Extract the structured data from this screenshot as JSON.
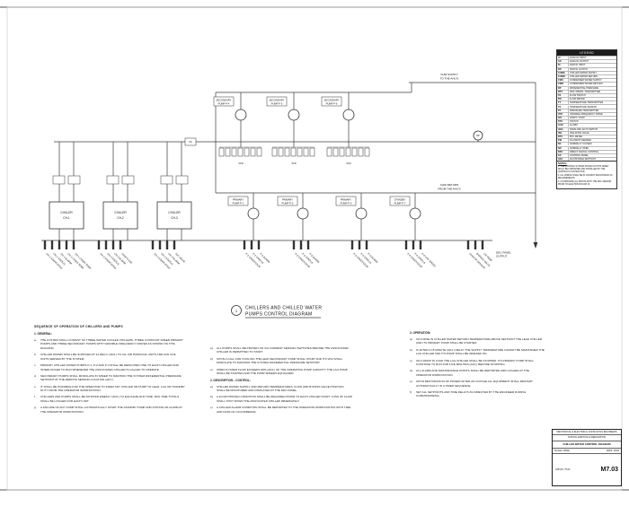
{
  "sheet": {
    "detail_tag": "1",
    "title_line1": "CHILLERS AND CHILLED WATER",
    "title_line2": "PUMPS CONTROL DIAGRAM"
  },
  "legend": {
    "title": "LEGEND",
    "rows": [
      {
        "abbr": "AI",
        "desc": "ANALOG INPUT"
      },
      {
        "abbr": "AO",
        "desc": "ANALOG OUTPUT"
      },
      {
        "abbr": "DI",
        "desc": "DIGITAL INPUT"
      },
      {
        "abbr": "DO",
        "desc": "DIGITAL OUTPUT"
      },
      {
        "abbr": "CHWS",
        "desc": "CHILLED WATER SUPPLY"
      },
      {
        "abbr": "CHWR",
        "desc": "CHILLED WATER RETURN"
      },
      {
        "abbr": "CWS",
        "desc": "CONDENSER WATER SUPPLY"
      },
      {
        "abbr": "CWR",
        "desc": "CONDENSER WATER RETURN"
      },
      {
        "abbr": "DP",
        "desc": "DIFFERENTIAL PRESSURE"
      },
      {
        "abbr": "DPT",
        "desc": "DIFF. PRESS. TRANSMITTER"
      },
      {
        "abbr": "FS",
        "desc": "FLOW SWITCH"
      },
      {
        "abbr": "FM",
        "desc": "FLOW METER"
      },
      {
        "abbr": "TT",
        "desc": "TEMPERATURE TRANSMITTER"
      },
      {
        "abbr": "TS",
        "desc": "TEMPERATURE SENSOR"
      },
      {
        "abbr": "PT",
        "desc": "PRESSURE TRANSMITTER"
      },
      {
        "abbr": "VFD",
        "desc": "VARIABLE FREQUENCY DRIVE"
      },
      {
        "abbr": "S/S",
        "desc": "START / STOP"
      },
      {
        "abbr": "STS",
        "desc": "STATUS"
      },
      {
        "abbr": "ALM",
        "desc": "ALARM"
      },
      {
        "abbr": "HOA",
        "desc": "HAND-OFF-AUTO SWITCH"
      },
      {
        "abbr": "ISO",
        "desc": "ISOLATION VALVE"
      },
      {
        "abbr": "BTU",
        "desc": "BTU METER"
      },
      {
        "abbr": "KW",
        "desc": "KILOWATT DEMAND"
      },
      {
        "abbr": "NC",
        "desc": "NORMALLY CLOSED"
      },
      {
        "abbr": "NO",
        "desc": "NORMALLY OPEN"
      },
      {
        "abbr": "DDC",
        "desc": "DIRECT DIGITAL CONTROL"
      },
      {
        "abbr": "CP",
        "desc": "CONTROL PANEL"
      },
      {
        "abbr": "ADJ",
        "desc": "ADJUSTABLE SETPOINT"
      }
    ],
    "notes_title": "NOTES:",
    "notes": [
      "1. THE CONTROL SYSTEM SHOWN ON THIS SHEET SHALL BE FURNISHED AND INSTALLED BY THE CONTROLS CONTRACTOR.",
      "2. ALL WIRING SHALL BE IN CONDUIT PER DIVISION 16 REQUIREMENTS.",
      "3. COORDINATE ALL POINTS WITH THE DDC VENDOR PRIOR TO ELECTRIC ROUGH-IN."
    ]
  },
  "diagram": {
    "supply_label1": "CHW SUPPLY",
    "supply_label2": "TO THE AHU'S",
    "return_label1": "CHW RETURN",
    "return_label2": "FROM THE AHU'S",
    "ddc_label1": "DDC PANEL",
    "ddc_label2": "OUTPUT",
    "dp_tag": "DP",
    "fs_tag": "FS",
    "vfd_tag": "VFD",
    "secondary_pumps": [
      {
        "label1": "SECONDARY",
        "label2": "PUMP P-4"
      },
      {
        "label1": "SECONDARY",
        "label2": "PUMP P-5"
      },
      {
        "label1": "SECONDARY",
        "label2": "PUMP P-6"
      }
    ],
    "primary_pumps": [
      {
        "label1": "PRIMARY",
        "label2": "PUMP P-1"
      },
      {
        "label1": "PRIMARY",
        "label2": "PUMP P-2"
      },
      {
        "label1": "PRIMARY",
        "label2": "PUMP P-3"
      },
      {
        "label1": "STANDBY",
        "label2": "PUMP P-7"
      }
    ],
    "chillers": [
      {
        "label": "CHILLER",
        "tag": "CH-1"
      },
      {
        "label": "CHILLER",
        "tag": "CH-2"
      },
      {
        "label": "CHILLER",
        "tag": "CH-3"
      }
    ],
    "terminal_labels": [
      "CH-1 START/STOP",
      "CH-1 STATUS",
      "CH-1 ALARM",
      "CH-1 CHWS TEMP",
      "CH-1 CHWR TEMP",
      "CH-2 START/STOP",
      "CH-2 STATUS",
      "CH-2 ALARM",
      "CHW FLOW",
      "CH-3 START/STOP",
      "CH-3 STATUS",
      "CH-3 ALARM",
      "ISO VALVE",
      "P-1 START/STOP",
      "P-1 STATUS",
      "P-1 ALARM",
      "P-2 START/STOP",
      "P-2 STATUS",
      "P-2 ALARM",
      "P-3 START/STOP",
      "P-3 STATUS",
      "P-3 ALARM",
      "P-4 START/STOP",
      "P-4 STATUS",
      "P-4 VFD SPEED",
      "CHW DP SENSOR",
      "BYPASS VALVE",
      "OA TEMP"
    ]
  },
  "sequence": {
    "col1": {
      "heading": "SEQUENCE OF OPERATION OF CHILLERS AND PUMPS",
      "section": "1. GENERAL:",
      "items": [
        {
          "id": "a.",
          "text": "THE SYSTEM SHALL CONSIST OF THREE WATER COOLED CHILLERS, THREE CONSTANT SPEED PRIMARY PUMPS AND THREE SECONDARY PUMPS WITH VARIABLE FREQUENCY DRIVES AS SHOWN ON THIS DIAGRAM."
        },
        {
          "id": "b.",
          "text": "CHILLED WATER SHALL BE SUPPLIED AT 44 DEG F (ADJ.) TO ALL AIR HANDLING UNITS AND FAN COIL UNITS SERVED BY THE SYSTEM."
        },
        {
          "id": "c.",
          "text": "PRIMARY CHILLED WATER PUMPS P-1, P-2 AND P-3 SHALL BE DEDICATED ONE TO EACH CHILLER AND INTERLOCKED TO RUN WHENEVER THE ASSOCIATED CHILLER IS CALLED TO OPERATE."
        },
        {
          "id": "d.",
          "text": "SECONDARY PUMPS SHALL MODULATE IN SPEED TO MAINTAIN THE SYSTEM DIFFERENTIAL PRESSURE SETPOINT AT THE REMOTE SENSOR LOCATION (ADJ.)."
        },
        {
          "id": "e.",
          "text": "IT SHALL BE POSSIBLE FOR THE OPERATOR TO INDEX ANY CHILLER OR PUMP TO LEAD, LAG OR STANDBY DUTY FROM THE OPERATOR WORKSTATION."
        },
        {
          "id": "f.",
          "text": "CHILLERS AND PUMPS SHALL BE ROTATED WEEKLY (ADJ.) TO EQUALIZE RUN TIME. RUN TIME TOTALS SHALL BE LOGGED FOR EACH UNIT."
        },
        {
          "id": "g.",
          "text": "A FAILURE OF ANY PUMP SHALL AUTOMATICALLY START THE STANDBY PUMP AND INITIATE AN ALARM AT THE OPERATOR WORKSTATION."
        }
      ]
    },
    "col2": {
      "items": [
        {
          "id": "a)",
          "text": "ALL PUMPS SHALL BE PROVEN ON VIA CURRENT SENSING SWITCHES BEFORE THE ASSOCIATED CHILLER IS PERMITTED TO START."
        },
        {
          "id": "b)",
          "text": "UPON A CALL FOR COOLING THE LEAD SECONDARY PUMP SHALL START AND ITS VFD SHALL MODULATE TO MAINTAIN THE SYSTEM DIFFERENTIAL PRESSURE SETPOINT."
        },
        {
          "id": "c)",
          "text": "WHEN SYSTEM FLOW EXCEEDS 90% (ADJ.) OF THE OPERATING PUMP CAPACITY THE LAG PUMP SHALL BE STARTED AND THE PUMP SPEEDS EQUALIZED."
        }
      ],
      "section": "2. DESCRIPTION - CONTROL:",
      "items2": [
        {
          "id": "a)",
          "text": "CHILLED WATER SUPPLY AND RETURN TEMPERATURES, FLOW AND BYPASS VALVE POSITION SHALL BE MONITORED AND DISPLAYED AT THE DDC PANEL."
        },
        {
          "id": "b)",
          "text": "A FLOW PROVEN CONDITION SHALL BE REQUIRED PRIOR TO EACH CHILLER START. LOSS OF FLOW SHALL SHUT DOWN THE ASSOCIATED CHILLER IMMEDIATELY."
        },
        {
          "id": "c)",
          "text": "A CHILLER ALARM CONDITION SHALL BE REPORTED TO THE OPERATOR WORKSTATION WITH TIME AND DATE OF OCCURRENCE."
        }
      ]
    },
    "col3": {
      "section": "3. OPERATION:",
      "items": [
        {
          "id": "a)",
          "text": "ON A RISE IN CHILLED WATER RETURN TEMPERATURE ABOVE SETPOINT THE LEAD CHILLER AND ITS PRIMARY PUMP SHALL BE STARTED."
        },
        {
          "id": "b)",
          "text": "IF AFTER A 15 MINUTE (ADJ.) DELAY THE SUPPLY TEMPERATURE CANNOT BE MAINTAINED THE LAG CHILLER AND ITS PUMP SHALL BE INDEXED ON."
        },
        {
          "id": "c)",
          "text": "ON A DROP IN LOAD THE LAG CHILLER SHALL BE STOPPED. ITS PRIMARY PUMP SHALL CONTINUE TO RUN FOR FIVE MINUTES (ADJ.) BEFORE STOPPING."
        },
        {
          "id": "d)",
          "text": "ALL ALARM AND MAINTENANCE POINTS SHALL BE REPORTED AND LOGGED AT THE OPERATOR WORKSTATION."
        },
        {
          "id": "e)",
          "text": "UPON RESTORATION OF POWER AFTER AN OUTAGE ALL EQUIPMENT SHALL RESTART AUTOMATICALLY IN A TIMED SEQUENCE."
        },
        {
          "id": "f)",
          "text": "SET ALL SETPOINTS AND TIME DELAYS AS DIRECTED BY THE ENGINEER DURING COMMISSIONING."
        }
      ]
    }
  },
  "titleblock": {
    "firm": "MECHANICAL & ELECTRICAL CONSULTING ENGINEERS",
    "project": "SCHOOL ADDITION & RENOVATION",
    "sheet_title": "CHILLED WATER CONTROL DIAGRAM",
    "scale": "SCALE: NONE",
    "date": "DATE: 10/04",
    "job": "JOB NO. 75-03",
    "sheet_label": "SHEET",
    "sheet_no": "M7.03"
  }
}
